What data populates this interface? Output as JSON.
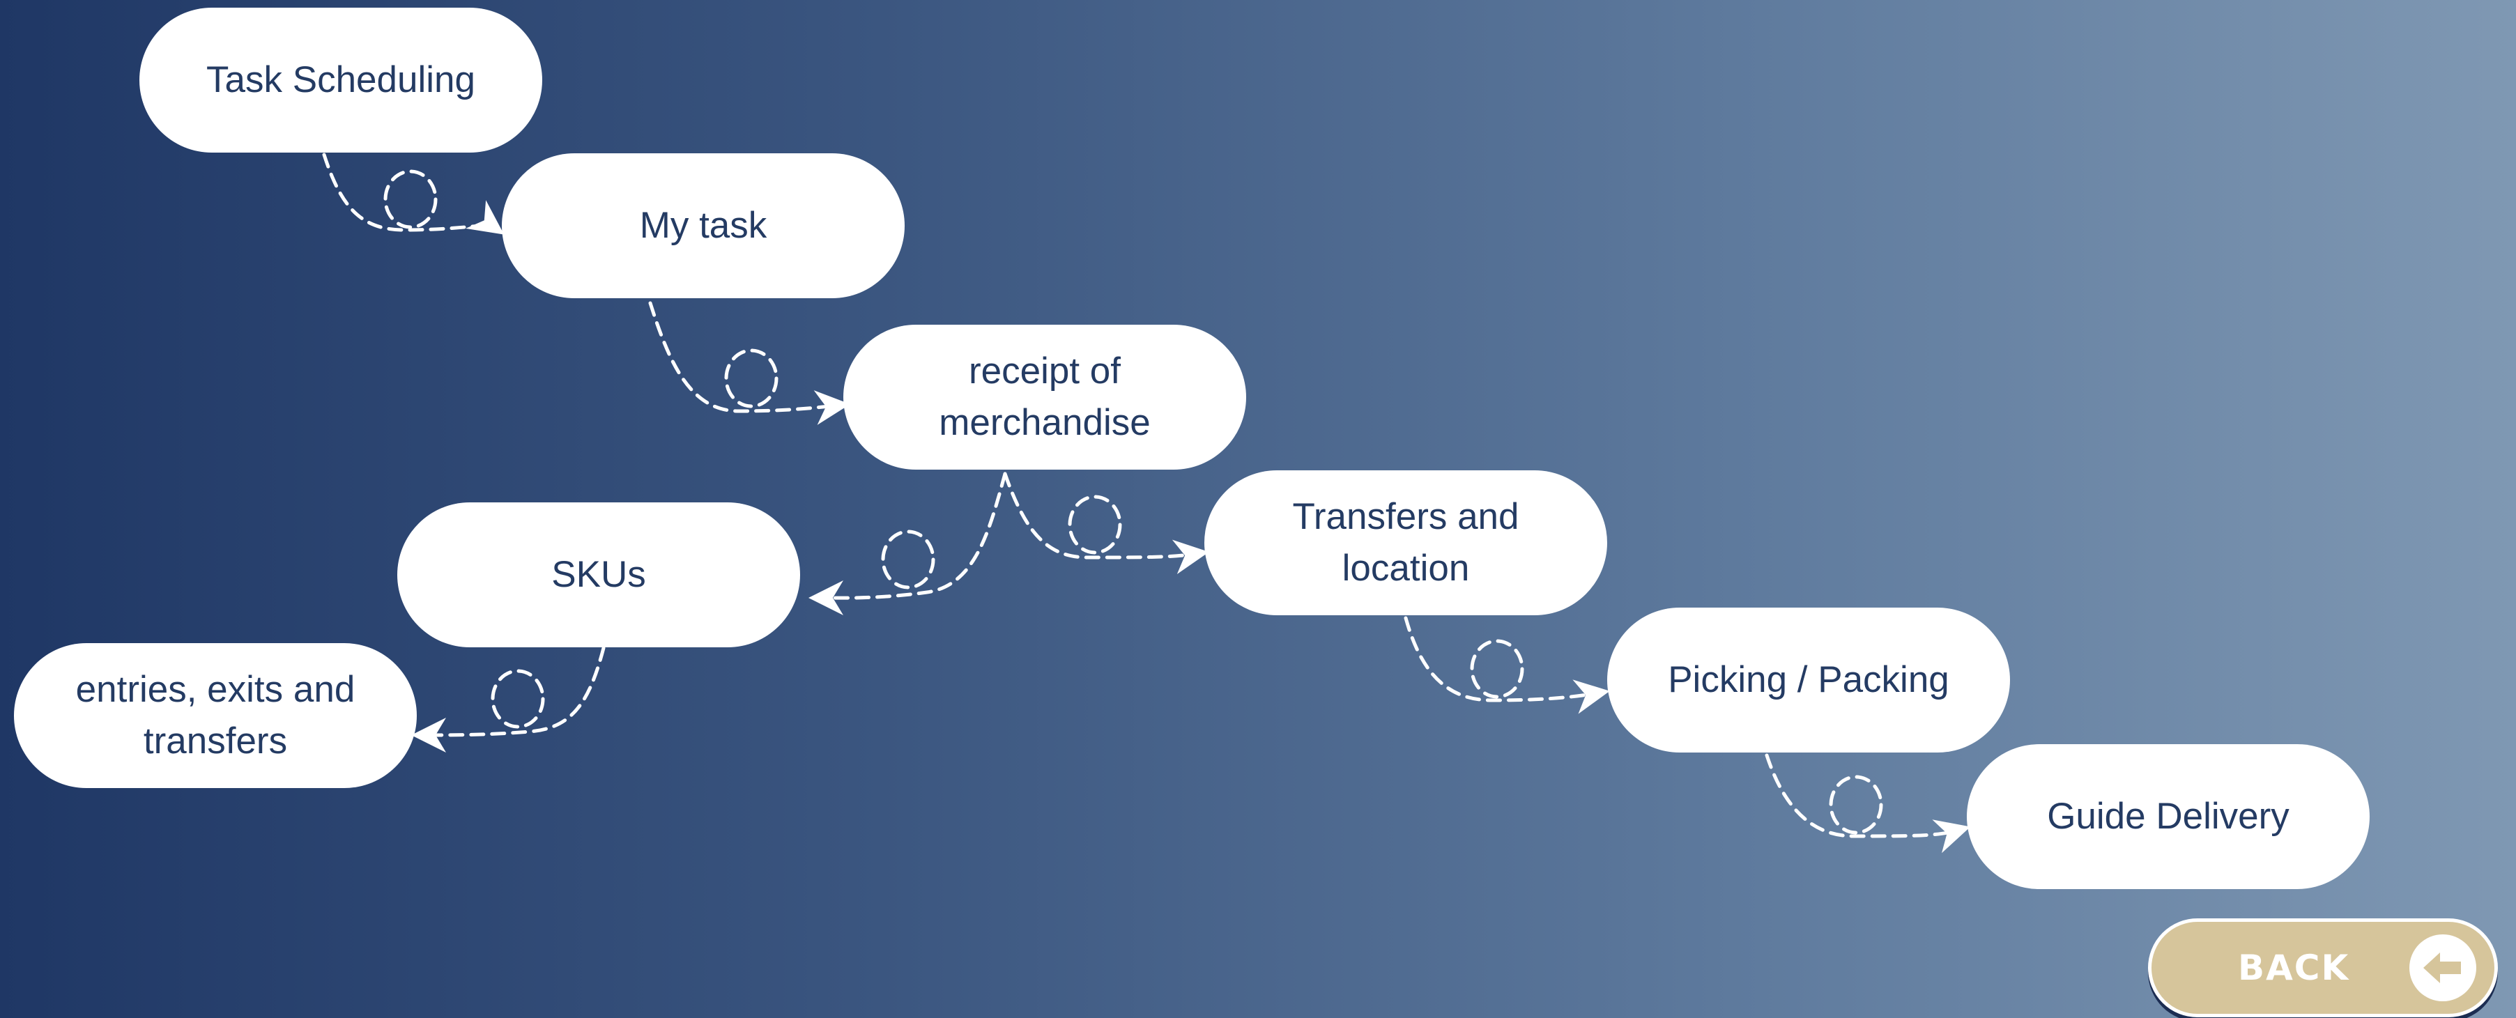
{
  "diagram": {
    "nodes": [
      {
        "id": "task-scheduling",
        "lines": [
          "Task Scheduling"
        ]
      },
      {
        "id": "my-task",
        "lines": [
          "My task"
        ]
      },
      {
        "id": "receipt-of-merchandise",
        "lines": [
          "receipt of",
          "merchandise"
        ]
      },
      {
        "id": "transfers-and-location",
        "lines": [
          "Transfers and",
          "location"
        ]
      },
      {
        "id": "picking-packing",
        "lines": [
          "Picking / Packing"
        ]
      },
      {
        "id": "guide-delivery",
        "lines": [
          "Guide Delivery"
        ]
      },
      {
        "id": "skus",
        "lines": [
          "SKUs"
        ]
      },
      {
        "id": "entries-exits-transfers",
        "lines": [
          "entries, exits and",
          "transfers"
        ]
      }
    ],
    "edges": [
      {
        "from": "task-scheduling",
        "to": "my-task"
      },
      {
        "from": "my-task",
        "to": "receipt-of-merchandise"
      },
      {
        "from": "receipt-of-merchandise",
        "to": "transfers-and-location"
      },
      {
        "from": "transfers-and-location",
        "to": "picking-packing"
      },
      {
        "from": "picking-packing",
        "to": "guide-delivery"
      },
      {
        "from": "receipt-of-merchandise",
        "to": "skus"
      },
      {
        "from": "skus",
        "to": "entries-exits-transfers"
      }
    ]
  },
  "back_button": {
    "label": "BACK",
    "icon": "arrow-left-icon"
  },
  "colors": {
    "background_start": "#1f3765",
    "background_end": "#7f98b3",
    "node_fill": "#ffffff",
    "node_text": "#243b63",
    "connector": "#ffffff",
    "back_button_fill": "#d6c59b"
  }
}
